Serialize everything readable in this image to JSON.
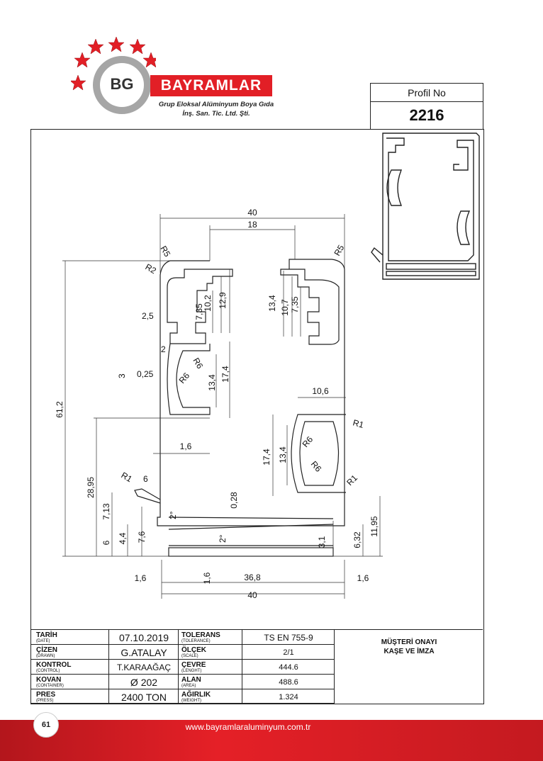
{
  "brand": {
    "monogram": "BG",
    "name": "BAYRAMLAR",
    "tagline_1": "Grup Eloksal Alüminyum Boya Gıda",
    "tagline_2": "İnş. San. Tic. Ltd. Şti.",
    "colors": {
      "red": "#e21f26",
      "gray": "#9a9a9a"
    }
  },
  "profile": {
    "label": "Profil No",
    "number": "2216"
  },
  "dimensions": {
    "top_40": "40",
    "top_18": "18",
    "r5_left": "R5",
    "r2_left": "R2",
    "r5_right": "R5",
    "l_735": "7,35",
    "l_102": "10,2",
    "l_129": "12,9",
    "r_134": "13,4",
    "r_107": "10,7",
    "r_735": "7,35",
    "d_25": "2,5",
    "d_2": "2",
    "d_3": "3",
    "d_025": "0,25",
    "r6_a": "R6",
    "r6_b": "R6",
    "v_134": "13,4",
    "v_174": "17,4",
    "d_106": "10,6",
    "r1_a": "R1",
    "rv_174": "17,4",
    "rv_134": "13,4",
    "r6_c": "R6",
    "r6_d": "R6",
    "r1_b": "R1",
    "h_612": "61,2",
    "d_16_mid": "1,6",
    "h_2895": "28,95",
    "r1_c": "R1",
    "d_6": "6",
    "d_713": "7,13",
    "d_028": "0,28",
    "ang_2a": "2°",
    "ang_2b": "2°",
    "d_6v": "6",
    "d_44": "4,4",
    "d_76": "7,6",
    "d_31": "3,1",
    "d_632": "6,32",
    "d_1195": "11,95",
    "b_16_left": "1,6",
    "b_16_mid": "1,6",
    "b_368": "36,8",
    "b_16_right": "1,6",
    "b_40": "40"
  },
  "info_table": {
    "rows": [
      {
        "label": "TARİH",
        "sub": "(DATE)",
        "value": "07.10.2019",
        "label2": "TOLERANS",
        "sub2": "(TOLERANCE)",
        "value2": "TS EN 755-9"
      },
      {
        "label": "ÇİZEN",
        "sub": "(DRAWN)",
        "value": "G.ATALAY",
        "label2": "ÖLÇEK",
        "sub2": "(SCALE)",
        "value2": "2/1"
      },
      {
        "label": "KONTROL",
        "sub": "(CONTROL)",
        "value": "T.KARAAĞAÇ",
        "label2": "ÇEVRE",
        "sub2": "(LENGHT)",
        "value2": "444.6"
      },
      {
        "label": "KOVAN",
        "sub": "(CONTAINER)",
        "value": "Ø 202",
        "label2": "ALAN",
        "sub2": "(AREA)",
        "value2": "488.6"
      },
      {
        "label": "PRES",
        "sub": "(PRESS)",
        "value": "2400  TON",
        "label2": "AĞIRLIK",
        "sub2": "(WEIGHT)",
        "value2": "1.324"
      }
    ],
    "approval_1": "MÜŞTERİ ONAYI",
    "approval_2": "KAŞE VE İMZA"
  },
  "footer": {
    "page_number": "61",
    "website": "www.bayramlaraluminyum.com.tr"
  }
}
